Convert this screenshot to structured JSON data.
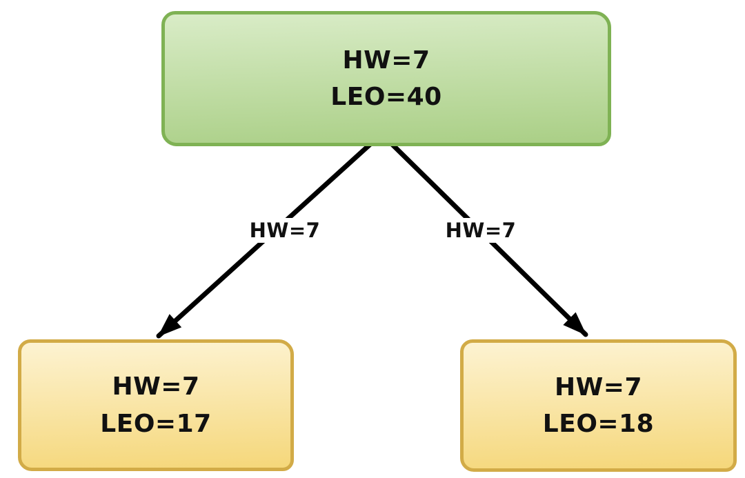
{
  "diagram": {
    "type": "tree",
    "nodes": {
      "root": {
        "line1": "HW=7",
        "line2": "LEO=40"
      },
      "left": {
        "line1": "HW=7",
        "line2": "LEO=17"
      },
      "right": {
        "line1": "HW=7",
        "line2": "LEO=18"
      }
    },
    "edges": {
      "left": {
        "label": "HW=7",
        "from": "root",
        "to": "left"
      },
      "right": {
        "label": "HW=7",
        "from": "root",
        "to": "right"
      }
    },
    "colors": {
      "root_border": "#7fb254",
      "root_fill_top": "#d9ecc7",
      "root_fill_bottom": "#aacf86",
      "child_border": "#d2ab47",
      "child_fill_top": "#fdf3d2",
      "child_fill_bottom": "#f5d77a",
      "arrow": "#000000",
      "text": "#111111",
      "background": "#ffffff"
    }
  }
}
